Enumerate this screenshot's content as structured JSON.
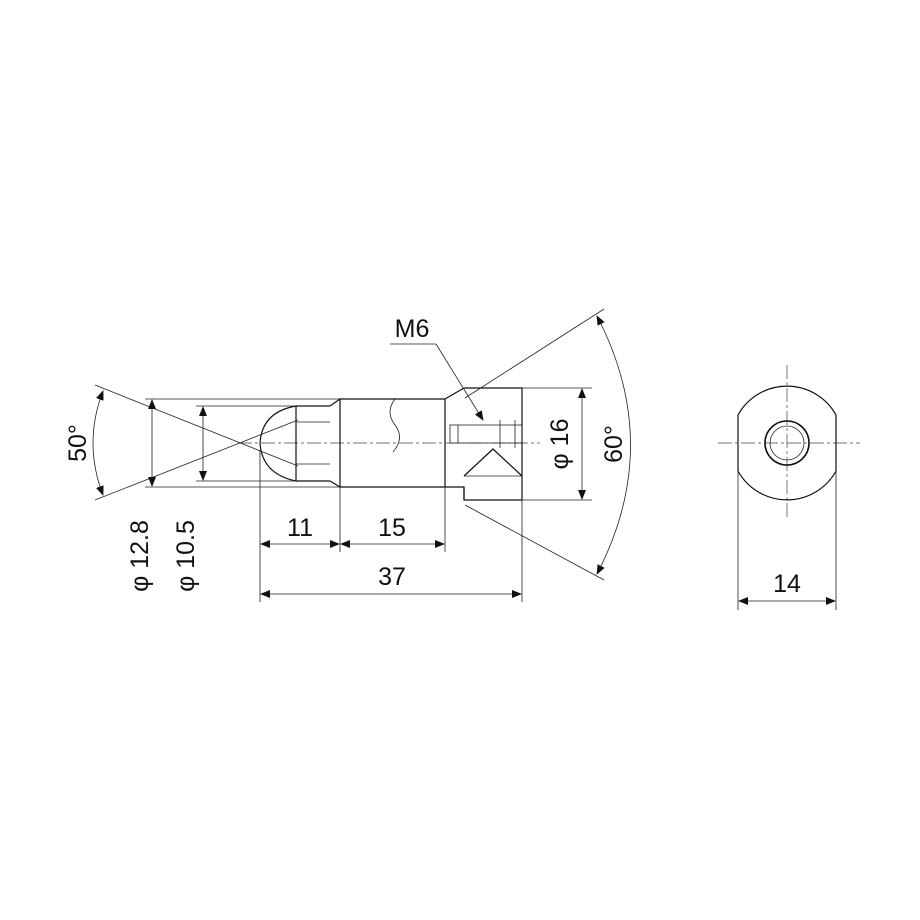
{
  "dimensions": {
    "thread": "M6",
    "angle_left": "50°",
    "angle_right": "60°",
    "dia_outer_left": "φ 12.8",
    "dia_inner_left": "φ 10.5",
    "dia_body": "φ 16",
    "len_tip": "11",
    "len_mid": "15",
    "len_total": "37",
    "width_end": "14"
  }
}
